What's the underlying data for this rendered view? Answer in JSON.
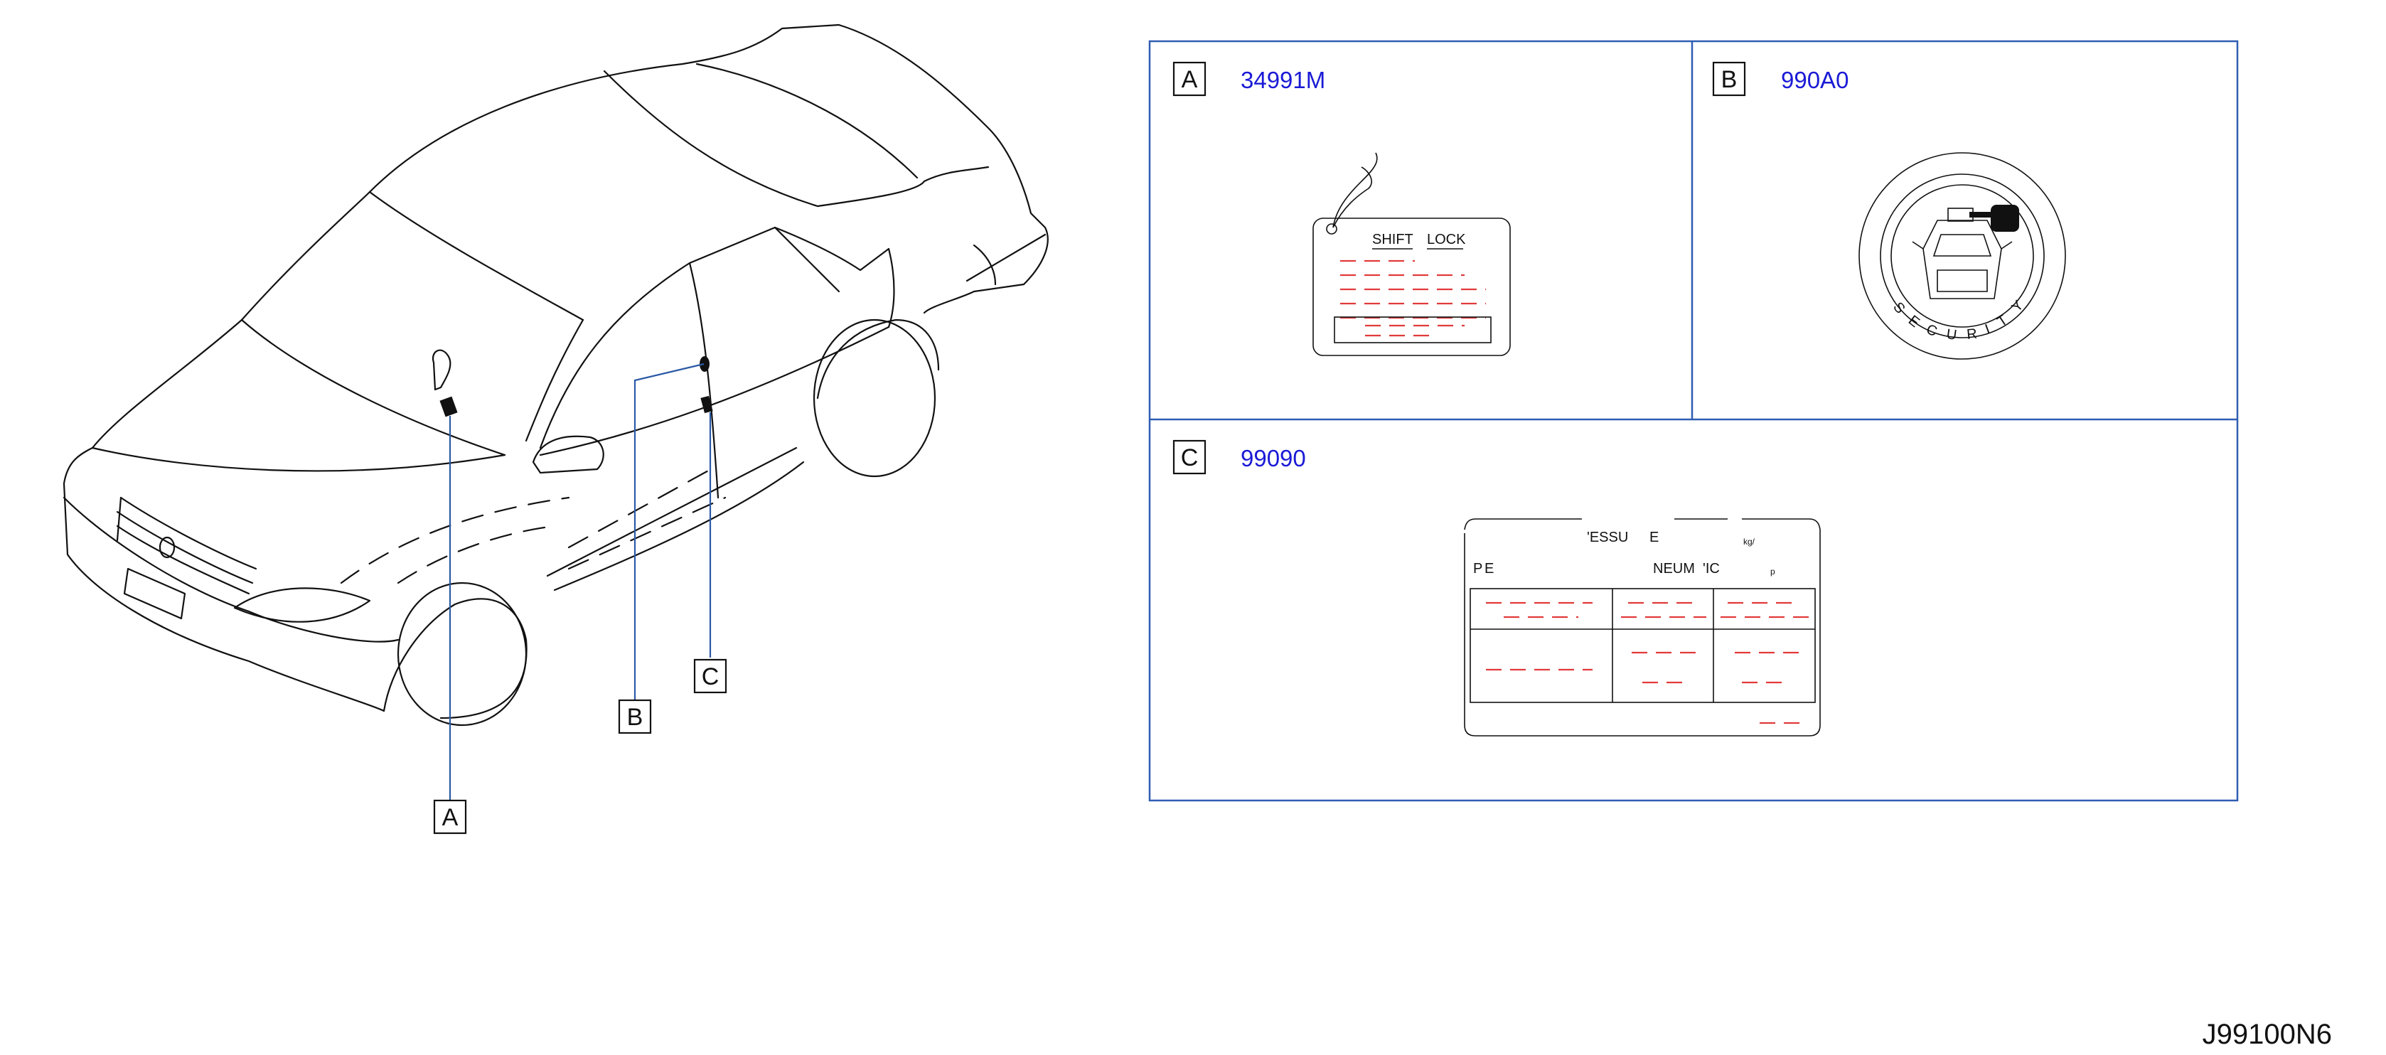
{
  "callouts": {
    "a": "A",
    "b": "B",
    "c": "C"
  },
  "panels": {
    "a": {
      "letter": "A",
      "part_number": "34991M",
      "label_words": [
        "SHIFT",
        "LOCK"
      ]
    },
    "b": {
      "letter": "B",
      "part_number": "990A0",
      "ring_text": [
        "S",
        "E",
        "C",
        "U",
        "R",
        "I",
        "T",
        "Y"
      ]
    },
    "c": {
      "letter": "C",
      "part_number": "99090",
      "fragments": [
        "'ESSU",
        "E",
        "kg/",
        "P",
        "E",
        "NEUM",
        "'IC",
        "p"
      ]
    }
  },
  "diagram_code": "J99100N6",
  "colors": {
    "panel_border": "#2f5db3",
    "part_number": "#1a1ad6",
    "leader": "#2b5aa6",
    "label_placeholder": "#e23a3a"
  }
}
